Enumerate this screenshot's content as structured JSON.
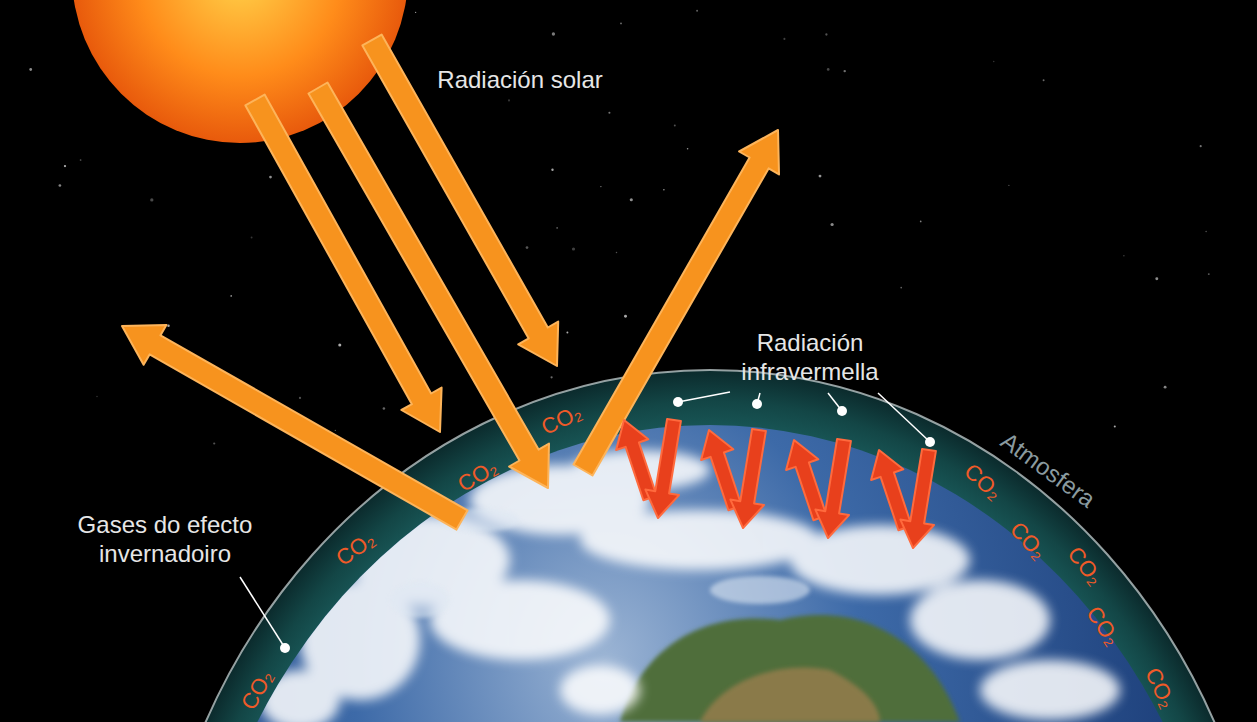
{
  "diagram": {
    "labels": [
      "Radiación solar",
      "Radiación infravermella",
      "CO₂",
      "CO₂",
      "CO₂",
      "CO₂",
      "CO₂",
      "CO₂",
      "CO₂",
      "CO₂",
      "CO₂",
      "Atmosfera",
      "Gases do efecto invernadoiro"
    ]
  }
}
